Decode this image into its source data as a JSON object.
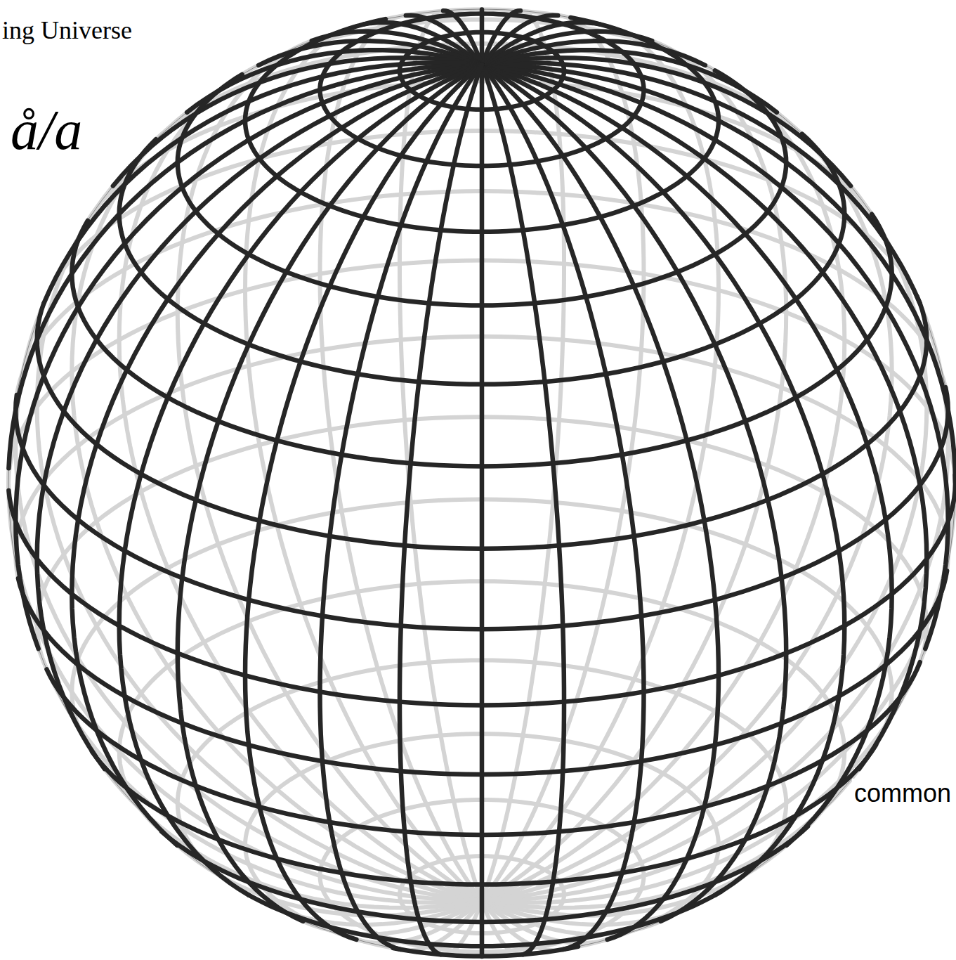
{
  "diagram": {
    "labels": [
      "ing Universe",
      "å/a",
      "common"
    ]
  }
}
